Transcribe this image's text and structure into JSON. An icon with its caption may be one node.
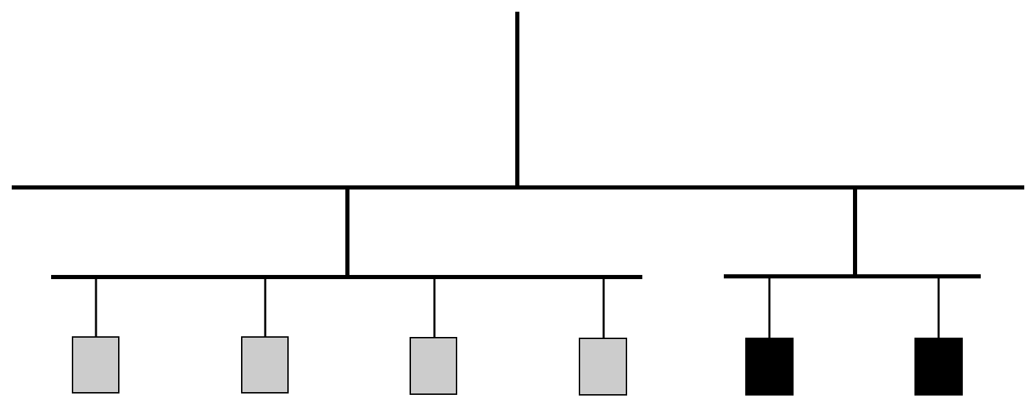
{
  "diagram": {
    "nodes": [
      {
        "text": [],
        "shape": "bar"
      },
      {
        "text": [],
        "shape": "bar"
      },
      {
        "text": [],
        "shape": "bar"
      },
      {
        "text": [],
        "shape": "box"
      },
      {
        "text": [],
        "shape": "box"
      },
      {
        "text": [],
        "shape": "box"
      },
      {
        "text": [],
        "shape": "box"
      },
      {
        "text": [],
        "shape": "box"
      },
      {
        "text": [],
        "shape": "box"
      }
    ],
    "edges": [
      {
        "from": null,
        "to": 0,
        "arrow": "none",
        "style": "thick"
      },
      {
        "from": 0,
        "to": 1,
        "arrow": "none",
        "style": "thick"
      },
      {
        "from": 0,
        "to": 2,
        "arrow": "none",
        "style": "thick"
      },
      {
        "from": 1,
        "to": 3,
        "arrow": "none"
      },
      {
        "from": 1,
        "to": 4,
        "arrow": "none"
      },
      {
        "from": 1,
        "to": 5,
        "arrow": "none"
      },
      {
        "from": 1,
        "to": 6,
        "arrow": "none"
      },
      {
        "from": 2,
        "to": 7,
        "arrow": "none"
      },
      {
        "from": 2,
        "to": 8,
        "arrow": "none"
      }
    ]
  }
}
